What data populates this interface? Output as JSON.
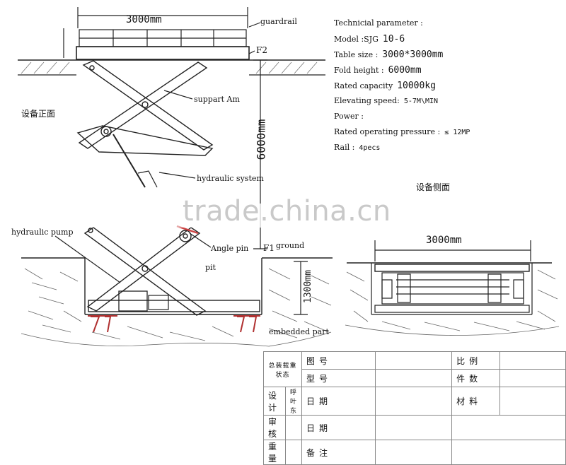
{
  "front_view": {
    "width_dim": "3000mm",
    "guardrail_label": "guardrail",
    "f2_label": "F2",
    "support_arm_label": "suppart Am",
    "front_title": "设备正面",
    "height_dim": "6000mm",
    "hydraulic_system_label": "hydraulic system",
    "hydraulic_pump_label": "hydraulic pump",
    "angle_pin_label": "Angle pin",
    "f1_label": "F1",
    "ground_label": "ground",
    "pit_label": "pit",
    "pit_depth_dim": "1300mm",
    "embedded_label": "embedded part"
  },
  "side_view": {
    "title": "设备侧面",
    "width_dim": "3000mm"
  },
  "watermark": "trade.china.cn",
  "parameters": {
    "heading": "Technicial parameter :",
    "rows": [
      {
        "label": "Model :SJG",
        "value": "10-6"
      },
      {
        "label": "Table size :",
        "value": "3000*3000mm"
      },
      {
        "label": "Fold height :",
        "value": "6000mm"
      },
      {
        "label": "Rated capacity",
        "value": "10000kg"
      },
      {
        "label": "Elevating speed:",
        "value": "5-7M\\MIN"
      },
      {
        "label": "Power :",
        "value": ""
      },
      {
        "label": "Rated operating pressure :",
        "value": "≤ 12MP"
      },
      {
        "label": "Rail :",
        "value": "4pecs"
      }
    ]
  },
  "title_block": {
    "name": "总装载重状态",
    "drawing_no": "图号",
    "scale": "比例",
    "model": "型号",
    "pieces": "件数",
    "design": "设计",
    "designer": "呼叶东",
    "date1": "日期",
    "material": "材料",
    "review": "审核",
    "date2": "日期",
    "weight": "重量",
    "remarks": "备注"
  }
}
